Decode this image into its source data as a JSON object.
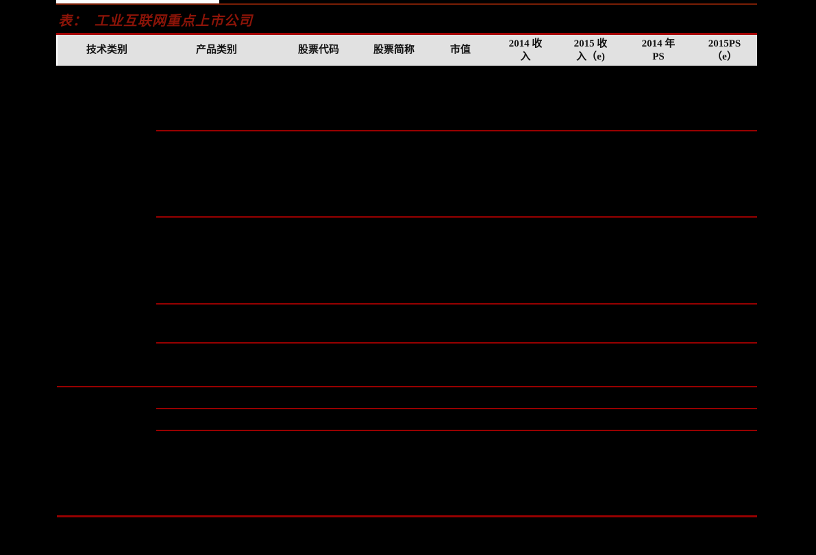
{
  "page": {
    "background_color": "#000000",
    "accent_red": "#970000"
  },
  "title": {
    "prefix": "表：",
    "text": "工业互联网重点上市公司",
    "color": "#8b1408"
  },
  "table": {
    "header_background": "#e1e1e1",
    "header_top_border_color": "#a40404",
    "row_line_color": "#970000",
    "headers": [
      {
        "name": "tech-category",
        "line1": "技术类别",
        "line2": ""
      },
      {
        "name": "product-category",
        "line1": "产品类别",
        "line2": ""
      },
      {
        "name": "stock-code",
        "line1": "股票代码",
        "line2": ""
      },
      {
        "name": "stock-name",
        "line1": "股票简称",
        "line2": ""
      },
      {
        "name": "market-cap",
        "line1": "市值",
        "line2": ""
      },
      {
        "name": "revenue-2014",
        "line1": "2014 收",
        "line2": "入"
      },
      {
        "name": "revenue-2015e",
        "line1": "2015 收",
        "line2": "入（e)"
      },
      {
        "name": "ps-2014",
        "line1": "2014 年",
        "line2": "PS"
      },
      {
        "name": "ps-2015e",
        "line1": "2015PS",
        "line2": "（e）"
      }
    ]
  }
}
